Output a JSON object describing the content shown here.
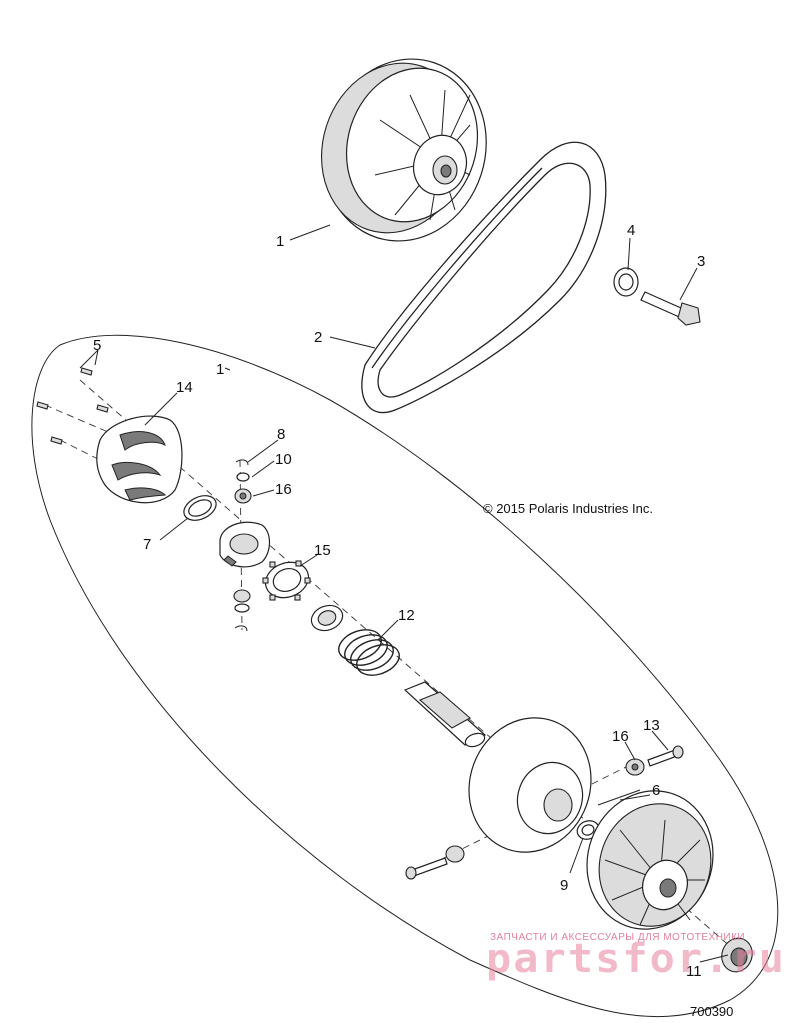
{
  "diagram": {
    "copyright": "© 2015 Polaris Industries Inc.",
    "figure_number": "700390",
    "watermark_top": "ЗАПЧАСТИ И АКСЕССУАРЫ ДЛЯ МОТОТЕХНИКИ",
    "watermark_brand": "partsfor.ru",
    "callouts": [
      {
        "id": "c1a",
        "label": "1"
      },
      {
        "id": "c2",
        "label": "2"
      },
      {
        "id": "c3",
        "label": "3"
      },
      {
        "id": "c4",
        "label": "4"
      },
      {
        "id": "c1b",
        "label": "1"
      },
      {
        "id": "c5",
        "label": "5"
      },
      {
        "id": "c14",
        "label": "14"
      },
      {
        "id": "c8",
        "label": "8"
      },
      {
        "id": "c10",
        "label": "10"
      },
      {
        "id": "c16a",
        "label": "16"
      },
      {
        "id": "c7",
        "label": "7"
      },
      {
        "id": "c15",
        "label": "15"
      },
      {
        "id": "c12",
        "label": "12"
      },
      {
        "id": "c13",
        "label": "13"
      },
      {
        "id": "c16b",
        "label": "16"
      },
      {
        "id": "c6",
        "label": "6"
      },
      {
        "id": "c9",
        "label": "9"
      },
      {
        "id": "c11",
        "label": "11"
      }
    ]
  }
}
